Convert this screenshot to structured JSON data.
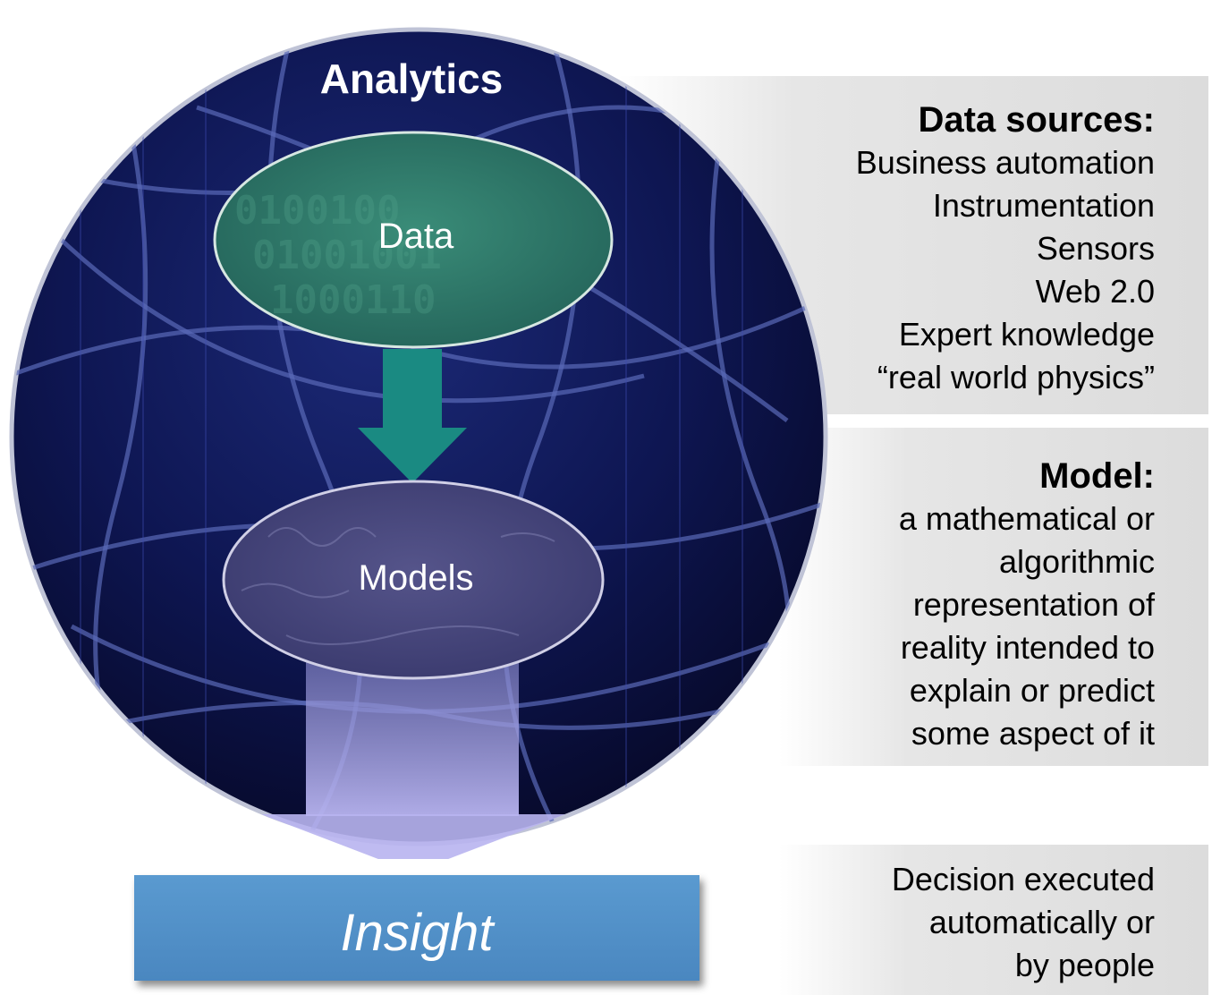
{
  "globe": {
    "title": "Analytics"
  },
  "data_ellipse": {
    "label": "Data"
  },
  "models_ellipse": {
    "label": "Models"
  },
  "insight": {
    "label": "Insight"
  },
  "data_sources": {
    "heading": "Data sources:",
    "items": [
      "Business automation",
      "Instrumentation",
      "Sensors",
      "Web 2.0",
      "Expert knowledge",
      "“real world physics”"
    ]
  },
  "model": {
    "heading": "Model:",
    "lines": [
      "a mathematical or",
      "algorithmic",
      "representation of",
      "reality intended to",
      "explain or predict",
      "some aspect of it"
    ]
  },
  "decision": {
    "lines": [
      "Decision executed",
      "automatically or",
      "by people"
    ]
  },
  "colors": {
    "globe_dark": "#0a0e3a",
    "globe_grid": "#5a6ab8",
    "data_ellipse": "#2f7a6a",
    "models_ellipse": "#4a4a80",
    "arrow_teal": "#1a8a82",
    "arrow_lavender": "#a6a6e6",
    "insight_box": "#4f8fc8"
  }
}
